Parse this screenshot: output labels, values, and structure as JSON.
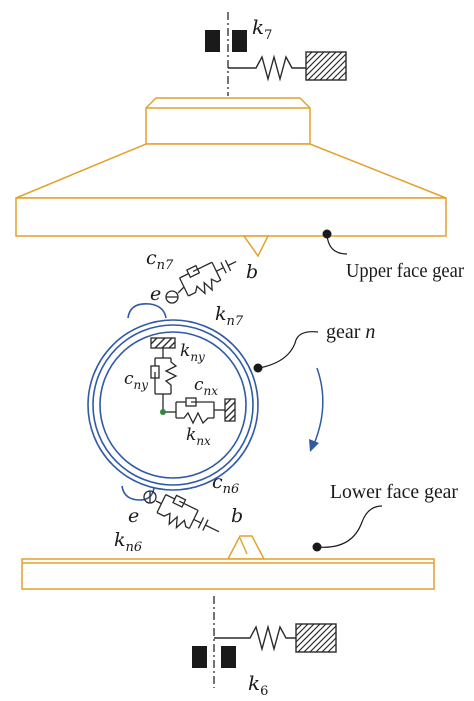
{
  "colors": {
    "face_gear": "#e3a12d",
    "pinion": "#2f5aa8",
    "ink": "#2a2a2a",
    "arrow": "#2f5aa8",
    "center_dot": "#2a8a3a"
  },
  "labels": {
    "k7_base": "k",
    "k7_sub": "7",
    "k6_base": "k",
    "k6_sub": "6",
    "cn7_base": "c",
    "cn7_sub": "n7",
    "kn7_base": "k",
    "kn7_sub": "n7",
    "cn6_base": "c",
    "cn6_sub": "n6",
    "kn6_base": "k",
    "kn6_sub": "n6",
    "kny_base": "k",
    "kny_sub": "ny",
    "cny_base": "c",
    "cny_sub": "ny",
    "cnx_base": "c",
    "cnx_sub": "nx",
    "knx_base": "k",
    "knx_sub": "nx",
    "e_upper": "e",
    "b_upper": "b",
    "e_lower": "e",
    "b_lower": "b",
    "upper_face_gear": "Upper face gear",
    "lower_face_gear": "Lower face gear",
    "gear_n_prefix": "gear ",
    "gear_n_var": "n"
  }
}
